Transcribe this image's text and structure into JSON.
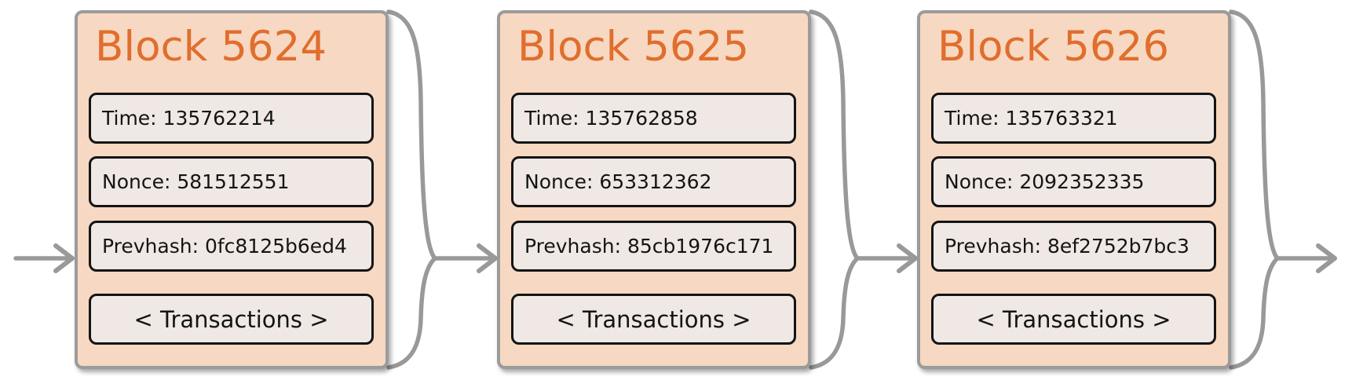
{
  "diagram_title": "blockchain-blocks",
  "blocks": [
    {
      "title": "Block 5624",
      "time": "Time: 135762214",
      "nonce": "Nonce: 581512551",
      "prevhash": "Prevhash: 0fc8125b6ed4",
      "transactions": "< Transactions >"
    },
    {
      "title": "Block 5625",
      "time": "Time: 135762858",
      "nonce": "Nonce: 653312362",
      "prevhash": "Prevhash: 85cb1976c171",
      "transactions": "< Transactions >"
    },
    {
      "title": "Block 5626",
      "time": "Time: 135763321",
      "nonce": "Nonce: 2092352335",
      "prevhash": "Prevhash: 8ef2752b7bc3",
      "transactions": "< Transactions >"
    }
  ],
  "colors": {
    "background": "#ffffff",
    "block_fill": "#f7d8c2",
    "block_border": "#9b9b9b",
    "field_fill": "#efe8e4",
    "field_border": "#141414",
    "title_accent": "#e06e2d",
    "connector_gray": "#999999"
  }
}
